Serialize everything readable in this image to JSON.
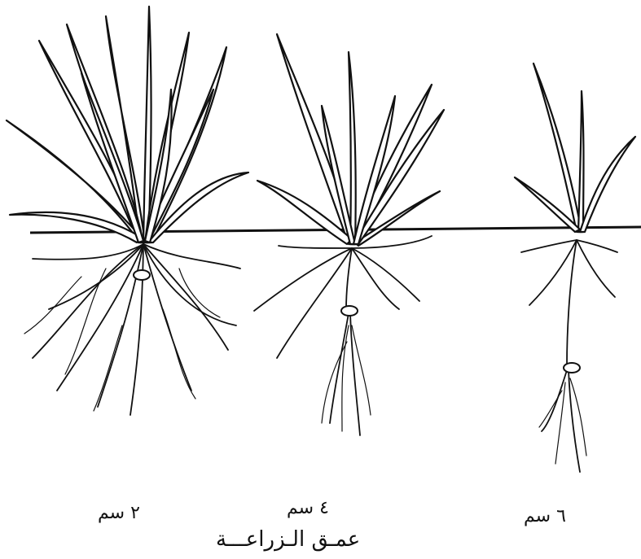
{
  "labels": {
    "depth_left": "٢ سم",
    "depth_middle": "٤ سم",
    "depth_right": "٦ سم",
    "caption": "عمـق الـزراعـــة"
  }
}
